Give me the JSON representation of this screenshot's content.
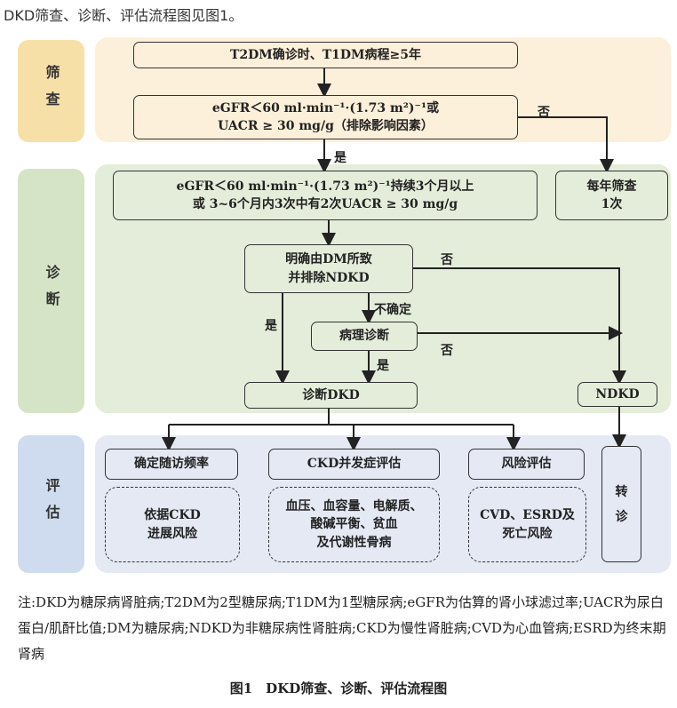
{
  "intro": "DKD筛查、诊断、评估流程图见图1。",
  "sections": {
    "screen": "筛查",
    "diagnose": "诊断",
    "assess": "评估"
  },
  "colors": {
    "screen_bg": "#fdf0da",
    "screen_label": "#f7dfa8",
    "diag_bg": "#e4edda",
    "diag_label": "#d5e4c6",
    "assess_bg": "#e4e9f4",
    "assess_label": "#cfdcef"
  },
  "boxes": {
    "start": "T2DM确诊时、T1DM病程≥5年",
    "screen_test": "eGFR＜60 ml·min⁻¹·(1.73 m²)⁻¹或\nUACR ≥ 30 mg/g（排除影响因素）",
    "confirm": "eGFR＜60 ml·min⁻¹·(1.73 m²)⁻¹持续3个月以上\n或 3~6个月内3次中有2次UACR ≥ 30 mg/g",
    "annual": "每年筛查\n1次",
    "dm_cause": "明确由DM所致\n并排除NDKD",
    "pathology": "病理诊断",
    "dkd": "诊断DKD",
    "ndkd": "NDKD",
    "followup": "确定随访频率",
    "followup_detail": "依据CKD\n进展风险",
    "ckd_comp": "CKD并发症评估",
    "ckd_comp_detail": "血压、血容量、电解质、\n酸碱平衡、贫血\n及代谢性骨病",
    "risk": "风险评估",
    "risk_detail": "CVD、ESRD及\n死亡风险",
    "referral": "转\n诊"
  },
  "labels": {
    "no1": "否",
    "yes1": "是",
    "no2": "否",
    "uncertain": "不确定",
    "no3": "否",
    "yes2": "是",
    "yes3": "是"
  },
  "note": "注:DKD为糖尿病肾脏病;T2DM为2型糖尿病;T1DM为1型糖尿病;eGFR为估算的肾小球滤过率;UACR为尿白蛋白/肌酐比值;DM为糖尿病;NDKD为非糖尿病性肾脏病;CKD为慢性肾脏病;CVD为心血管病;ESRD为终末期肾病",
  "caption": "图1　DKD筛查、诊断、评估流程图"
}
